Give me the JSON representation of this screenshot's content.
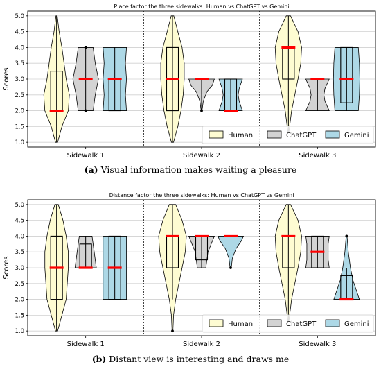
{
  "colors": {
    "human": "#fefcd2",
    "chatgpt": "#d3d3d3",
    "gemini": "#add8e6",
    "median": "#ff0000",
    "edge": "#000000",
    "grid": "#d0d0d0"
  },
  "chart_data": [
    {
      "type": "violin",
      "title": "Place factor the three sidewalks: Human vs ChatGPT vs Gemini",
      "ylabel": "Scores",
      "ylim": [
        0.85,
        5.15
      ],
      "yticks": [
        1.0,
        1.5,
        2.0,
        2.5,
        3.0,
        3.5,
        4.0,
        4.5,
        5.0
      ],
      "ytick_labels": [
        "1.0",
        "1.5",
        "2.0",
        "2.5",
        "3.0",
        "3.5",
        "4.0",
        "4.5",
        "5.0"
      ],
      "grid": true,
      "legend_position": "bottom-right",
      "categories": [
        "Sidewalk 1",
        "Sidewalk 2",
        "Sidewalk 3"
      ],
      "series": [
        {
          "name": "Human",
          "color": "#fefcd2",
          "groups": [
            {
              "min": 1.0,
              "max": 5.0,
              "q1": 2.0,
              "q3": 3.25,
              "median": 2.0,
              "density": [
                [
                  1.0,
                  0.05
                ],
                [
                  1.5,
                  0.25
                ],
                [
                  2.0,
                  0.55
                ],
                [
                  2.5,
                  0.6
                ],
                [
                  3.0,
                  0.45
                ],
                [
                  3.5,
                  0.35
                ],
                [
                  4.0,
                  0.25
                ],
                [
                  4.5,
                  0.12
                ],
                [
                  5.0,
                  0.03
                ]
              ]
            },
            {
              "min": 1.0,
              "max": 5.0,
              "q1": 2.0,
              "q3": 4.0,
              "median": 3.0,
              "density": [
                [
                  1.0,
                  0.05
                ],
                [
                  1.5,
                  0.25
                ],
                [
                  2.0,
                  0.4
                ],
                [
                  2.5,
                  0.5
                ],
                [
                  3.0,
                  0.55
                ],
                [
                  3.5,
                  0.55
                ],
                [
                  4.0,
                  0.45
                ],
                [
                  4.5,
                  0.25
                ],
                [
                  5.0,
                  0.06
                ]
              ]
            },
            {
              "min": 1.3,
              "max": 5.0,
              "q1": 3.0,
              "q3": 4.0,
              "median": 4.0,
              "density": [
                [
                  1.3,
                  0.02
                ],
                [
                  2.0,
                  0.15
                ],
                [
                  2.5,
                  0.3
                ],
                [
                  3.0,
                  0.45
                ],
                [
                  3.5,
                  0.58
                ],
                [
                  4.0,
                  0.62
                ],
                [
                  4.5,
                  0.45
                ],
                [
                  5.0,
                  0.1
                ]
              ]
            }
          ]
        },
        {
          "name": "ChatGPT",
          "color": "#d3d3d3",
          "groups": [
            {
              "min": 2.0,
              "max": 4.0,
              "q1": 3.0,
              "q3": 3.0,
              "median": 3.0,
              "outliers": [
                2.0,
                4.0
              ],
              "density": [
                [
                  2.0,
                  0.35
                ],
                [
                  2.5,
                  0.45
                ],
                [
                  3.0,
                  0.6
                ],
                [
                  3.5,
                  0.45
                ],
                [
                  4.0,
                  0.35
                ]
              ]
            },
            {
              "min": 2.0,
              "max": 3.0,
              "q1": 3.0,
              "q3": 3.0,
              "median": 3.0,
              "outliers": [
                2.0
              ],
              "density": [
                [
                  2.0,
                  0.02
                ],
                [
                  2.3,
                  0.08
                ],
                [
                  2.6,
                  0.25
                ],
                [
                  2.8,
                  0.5
                ],
                [
                  3.0,
                  0.6
                ]
              ]
            },
            {
              "min": 2.0,
              "max": 3.0,
              "q1": 3.0,
              "q3": 3.0,
              "median": 3.0,
              "density": [
                [
                  2.0,
                  0.55
                ],
                [
                  2.3,
                  0.35
                ],
                [
                  2.5,
                  0.3
                ],
                [
                  2.7,
                  0.35
                ],
                [
                  3.0,
                  0.55
                ]
              ]
            }
          ]
        },
        {
          "name": "Gemini",
          "color": "#add8e6",
          "groups": [
            {
              "min": 2.0,
              "max": 4.0,
              "q1": 2.0,
              "q3": 3.0,
              "median": 3.0,
              "density": [
                [
                  2.0,
                  0.55
                ],
                [
                  2.5,
                  0.5
                ],
                [
                  3.0,
                  0.55
                ],
                [
                  3.5,
                  0.5
                ],
                [
                  4.0,
                  0.55
                ]
              ]
            },
            {
              "min": 2.0,
              "max": 3.0,
              "q1": 2.0,
              "q3": 3.0,
              "median": 2.0,
              "density": [
                [
                  2.0,
                  0.55
                ],
                [
                  2.3,
                  0.4
                ],
                [
                  2.5,
                  0.35
                ],
                [
                  2.7,
                  0.4
                ],
                [
                  3.0,
                  0.55
                ]
              ]
            },
            {
              "min": 2.0,
              "max": 4.0,
              "q1": 2.25,
              "q3": 4.0,
              "median": 3.0,
              "density": [
                [
                  2.0,
                  0.55
                ],
                [
                  2.5,
                  0.6
                ],
                [
                  3.0,
                  0.62
                ],
                [
                  3.5,
                  0.6
                ],
                [
                  4.0,
                  0.55
                ]
              ]
            }
          ]
        }
      ]
    },
    {
      "type": "violin",
      "title": "Distance factor the three sidewalks: Human vs ChatGPT vs Gemini",
      "ylabel": "Scores",
      "ylim": [
        0.85,
        5.15
      ],
      "yticks": [
        1.0,
        1.5,
        2.0,
        2.5,
        3.0,
        3.5,
        4.0,
        4.5,
        5.0
      ],
      "ytick_labels": [
        "1.0",
        "1.5",
        "2.0",
        "2.5",
        "3.0",
        "3.5",
        "4.0",
        "4.5",
        "5.0"
      ],
      "grid": true,
      "legend_position": "bottom-right",
      "categories": [
        "Sidewalk 1",
        "Sidewalk 2",
        "Sidewalk 3"
      ],
      "series": [
        {
          "name": "Human",
          "color": "#fefcd2",
          "groups": [
            {
              "min": 1.0,
              "max": 5.0,
              "q1": 2.0,
              "q3": 4.0,
              "median": 3.0,
              "density": [
                [
                  1.0,
                  0.05
                ],
                [
                  1.5,
                  0.25
                ],
                [
                  2.0,
                  0.45
                ],
                [
                  2.5,
                  0.5
                ],
                [
                  3.0,
                  0.55
                ],
                [
                  3.5,
                  0.55
                ],
                [
                  4.0,
                  0.45
                ],
                [
                  4.5,
                  0.3
                ],
                [
                  5.0,
                  0.08
                ]
              ]
            },
            {
              "min": 2.0,
              "max": 5.0,
              "q1": 3.0,
              "q3": 4.0,
              "median": 4.0,
              "outliers": [
                1.0
              ],
              "density": [
                [
                  1.0,
                  0.02
                ],
                [
                  1.5,
                  0.05
                ],
                [
                  2.0,
                  0.15
                ],
                [
                  2.5,
                  0.3
                ],
                [
                  3.0,
                  0.45
                ],
                [
                  3.5,
                  0.6
                ],
                [
                  4.0,
                  0.65
                ],
                [
                  4.5,
                  0.45
                ],
                [
                  5.0,
                  0.15
                ]
              ]
            },
            {
              "min": 1.3,
              "max": 5.0,
              "q1": 3.0,
              "q3": 4.0,
              "median": 4.0,
              "density": [
                [
                  1.3,
                  0.02
                ],
                [
                  2.0,
                  0.15
                ],
                [
                  2.5,
                  0.3
                ],
                [
                  3.0,
                  0.45
                ],
                [
                  3.5,
                  0.58
                ],
                [
                  4.0,
                  0.62
                ],
                [
                  4.5,
                  0.45
                ],
                [
                  5.0,
                  0.1
                ]
              ]
            }
          ]
        },
        {
          "name": "ChatGPT",
          "color": "#d3d3d3",
          "groups": [
            {
              "min": 3.0,
              "max": 4.0,
              "q1": 3.0,
              "q3": 3.75,
              "median": 3.0,
              "density": [
                [
                  3.0,
                  0.5
                ],
                [
                  3.25,
                  0.45
                ],
                [
                  3.5,
                  0.4
                ],
                [
                  3.75,
                  0.35
                ],
                [
                  4.0,
                  0.3
                ]
              ]
            },
            {
              "min": 3.0,
              "max": 4.0,
              "q1": 3.25,
              "q3": 4.0,
              "median": 4.0,
              "density": [
                [
                  3.0,
                  0.2
                ],
                [
                  3.25,
                  0.25
                ],
                [
                  3.5,
                  0.3
                ],
                [
                  3.75,
                  0.45
                ],
                [
                  4.0,
                  0.6
                ]
              ]
            },
            {
              "min": 3.0,
              "max": 4.0,
              "q1": 3.0,
              "q3": 4.0,
              "median": 3.5,
              "density": [
                [
                  3.0,
                  0.55
                ],
                [
                  3.25,
                  0.5
                ],
                [
                  3.5,
                  0.5
                ],
                [
                  3.75,
                  0.5
                ],
                [
                  4.0,
                  0.55
                ]
              ]
            }
          ]
        },
        {
          "name": "Gemini",
          "color": "#add8e6",
          "groups": [
            {
              "min": 2.0,
              "max": 4.0,
              "q1": 2.0,
              "q3": 4.0,
              "median": 3.0,
              "density": [
                [
                  2.0,
                  0.55
                ],
                [
                  2.5,
                  0.55
                ],
                [
                  3.0,
                  0.55
                ],
                [
                  3.5,
                  0.55
                ],
                [
                  4.0,
                  0.55
                ]
              ]
            },
            {
              "min": 4.0,
              "max": 4.0,
              "q1": 4.0,
              "q3": 4.0,
              "median": 4.0,
              "outliers": [
                3.0
              ],
              "density": [
                [
                  3.0,
                  0.03
                ],
                [
                  3.3,
                  0.08
                ],
                [
                  3.6,
                  0.25
                ],
                [
                  3.85,
                  0.5
                ],
                [
                  4.0,
                  0.6
                ]
              ]
            },
            {
              "min": 2.0,
              "max": 3.0,
              "q1": 2.0,
              "q3": 2.75,
              "median": 2.0,
              "outliers": [
                4.0
              ],
              "density": [
                [
                  2.0,
                  0.6
                ],
                [
                  2.3,
                  0.45
                ],
                [
                  2.6,
                  0.3
                ],
                [
                  3.0,
                  0.18
                ],
                [
                  3.5,
                  0.08
                ],
                [
                  4.0,
                  0.02
                ]
              ]
            }
          ]
        }
      ]
    }
  ],
  "captions": [
    {
      "label": "(a)",
      "text": "Visual information makes waiting a pleasure"
    },
    {
      "label": "(b)",
      "text": "Distant view is interesting and draws me"
    }
  ]
}
